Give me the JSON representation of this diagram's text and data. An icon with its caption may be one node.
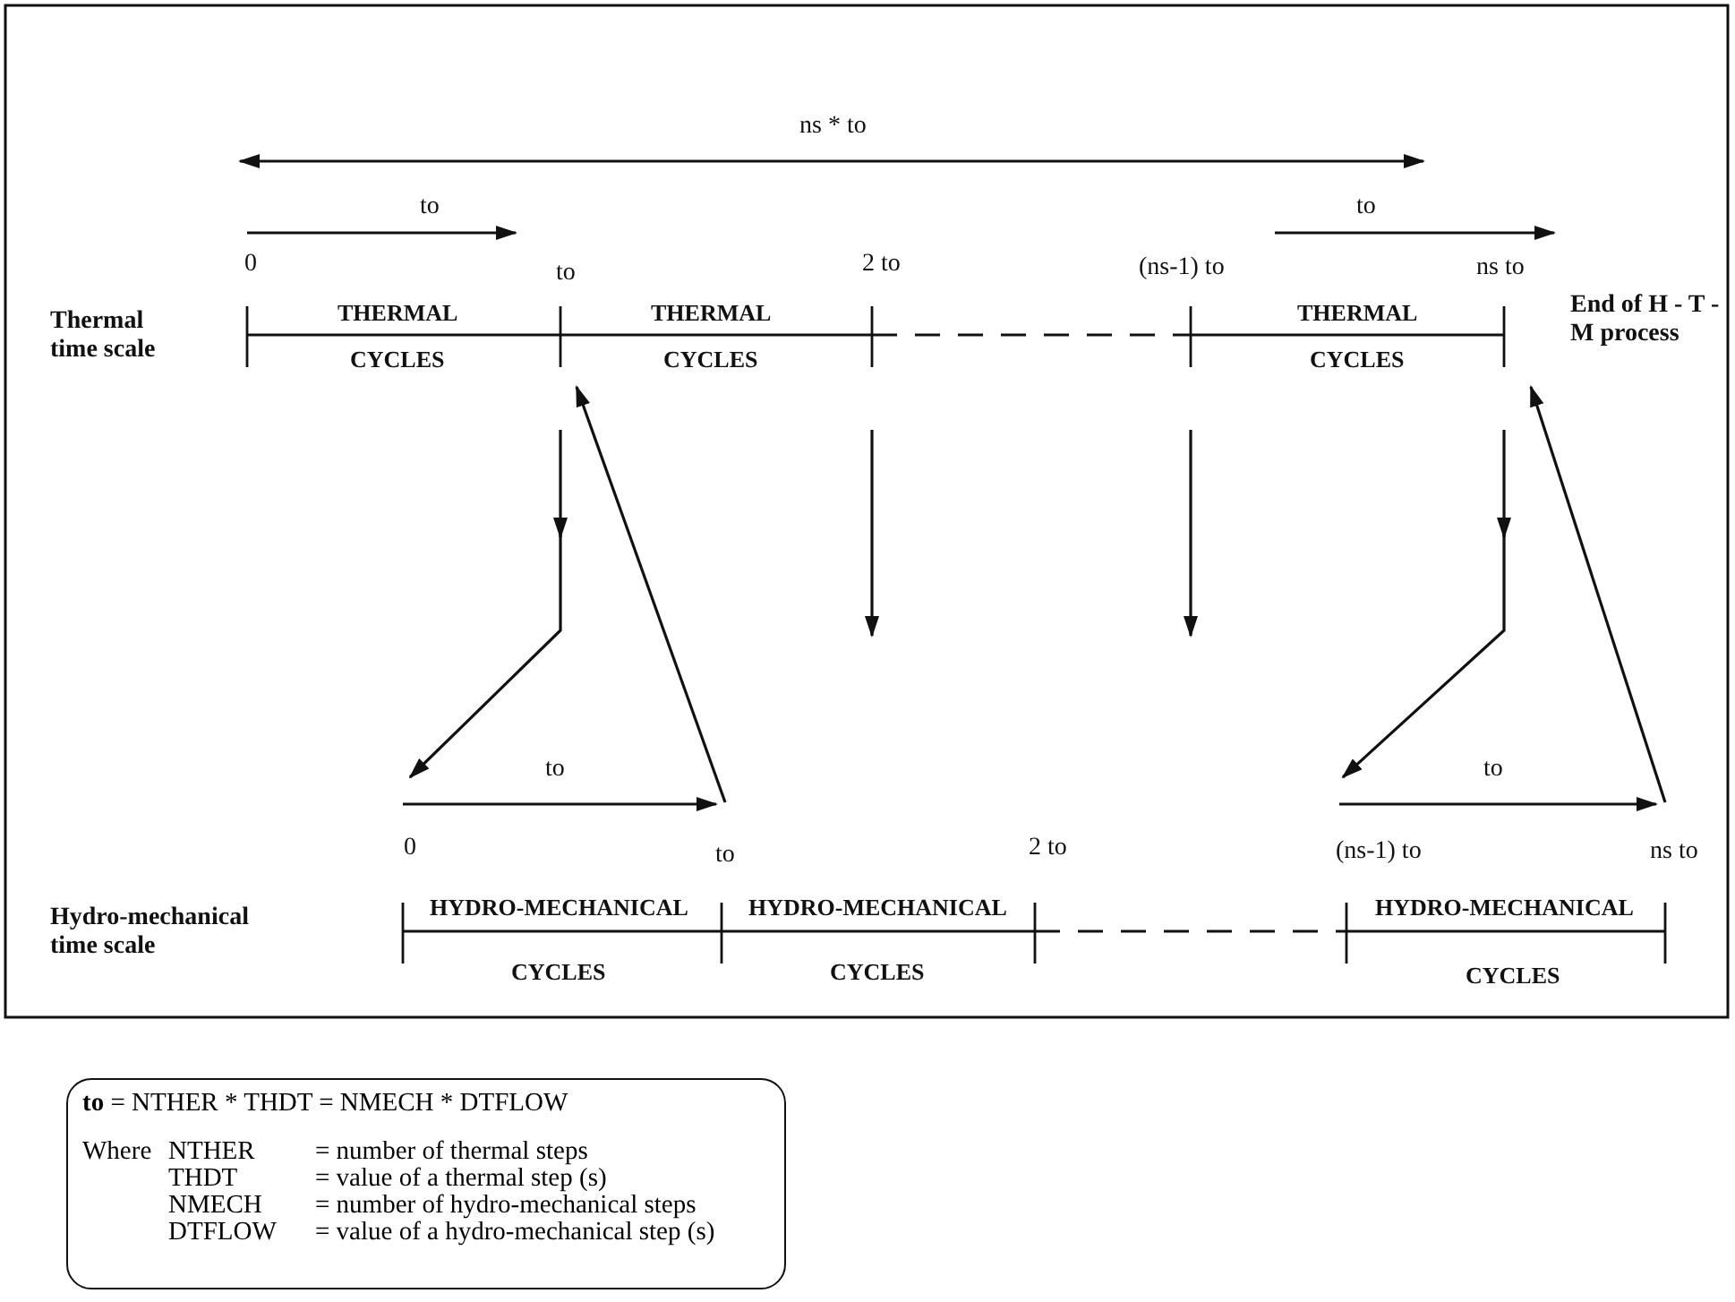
{
  "diagram": {
    "nodes": [
      {
        "text": [
          "**to** = NTHER * THDT = NMECH * DTFLOW",
          "Where",
          "NTHER",
          "= number of thermal steps",
          "THDT",
          "= value of a thermal step (s)",
          "NMECH",
          "= number of hydro-mechanical steps",
          "DTFLOW",
          "= value of a  hydro-mechanical step (s)"
        ]
      }
    ],
    "labels": [
      "ns * to",
      "to",
      "to",
      "0",
      "to",
      "2 to",
      "(ns-1) to",
      "ns to",
      "Thermal time scale",
      "THERMAL",
      "THERMAL",
      "THERMAL",
      "End of H - T - M process",
      "CYCLES",
      "CYCLES",
      "CYCLES",
      "to",
      "to",
      "0",
      "to",
      "2 to",
      "(ns-1) to",
      "ns to",
      "Hydro-mechanical time scale",
      "HYDRO-MECHANICAL",
      "HYDRO-MECHANICAL",
      "HYDRO-MECHANICAL",
      "CYCLES",
      "CYCLES",
      "CYCLES"
    ]
  }
}
